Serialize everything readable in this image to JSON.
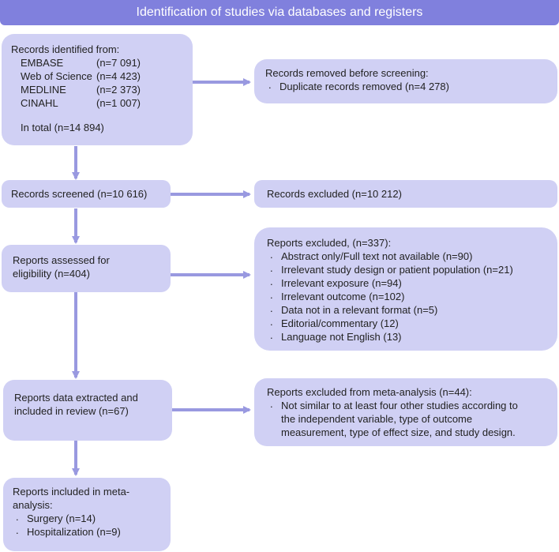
{
  "header": {
    "title": "Identification of studies via databases and registers"
  },
  "identified": {
    "heading": "Records identified from:",
    "sources": [
      {
        "name": "EMBASE",
        "count": "(n=7 091)"
      },
      {
        "name": "Web of Science",
        "count": "(n=4 423)"
      },
      {
        "name": "MEDLINE",
        "count": "(n=2 373)"
      },
      {
        "name": "CINAHL",
        "count": "(n=1 007)"
      }
    ],
    "total": "In total (n=14 894)"
  },
  "removed": {
    "heading": "Records removed before screening:",
    "items": [
      "Duplicate records removed (n=4 278)"
    ]
  },
  "screened": {
    "label": "Records screened (n=10 616)"
  },
  "excluded": {
    "label": "Records excluded (n=10 212)"
  },
  "assessed": {
    "line1": "Reports assessed for",
    "line2": "eligibility (n=404)"
  },
  "reports_excluded": {
    "heading": "Reports excluded, (n=337):",
    "items": [
      "Abstract only/Full text not available (n=90)",
      "Irrelevant study design or patient population (n=21)",
      "Irrelevant exposure (n=94)",
      "Irrelevant outcome (n=102)",
      "Data not in a relevant format (n=5)",
      "Editorial/commentary (12)",
      "Language not English (13)"
    ]
  },
  "extracted": {
    "line1": "Reports data extracted and",
    "line2": "included in review (n=67)"
  },
  "meta_excluded": {
    "heading": "Reports excluded from meta-analysis (n=44):",
    "lines": [
      "Not similar to at least four other studies according to",
      "the independent variable, type of outcome",
      "measurement, type of effect size, and study design."
    ]
  },
  "included": {
    "line1": "Reports included in meta-",
    "line2": "analysis:",
    "items": [
      "Surgery (n=14)",
      "Hospitalization (n=9)"
    ]
  }
}
